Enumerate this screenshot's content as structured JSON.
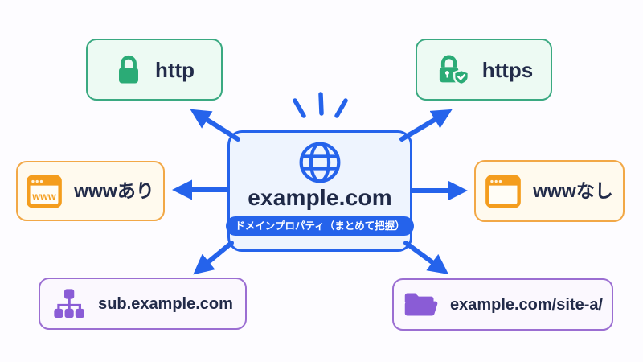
{
  "center": {
    "domain": "example.com",
    "badge": "ドメインプロパティ（まとめて把握）"
  },
  "nodes": [
    {
      "id": "http",
      "label": "http",
      "icon": "lock-icon",
      "color_group": "green"
    },
    {
      "id": "https",
      "label": "https",
      "icon": "lock-shield-check-icon",
      "color_group": "green"
    },
    {
      "id": "www-with",
      "label": "wwwあり",
      "icon": "browser-www-icon",
      "icon_text": "www",
      "color_group": "orange"
    },
    {
      "id": "www-without",
      "label": "wwwなし",
      "icon": "browser-icon",
      "color_group": "orange"
    },
    {
      "id": "subdomain",
      "label": "sub.example.com",
      "icon": "sitemap-icon",
      "color_group": "purple"
    },
    {
      "id": "subdirectory",
      "label": "example.com/site-a/",
      "icon": "folder-icon",
      "color_group": "purple"
    }
  ],
  "colors": {
    "accent_blue": "#2563eb",
    "text_navy": "#222b49",
    "center_bg": "#eef4fe",
    "green_border": "#3aa981",
    "green_bg": "#edfaf3",
    "green_icon": "#2bab76",
    "orange_border": "#f2a847",
    "orange_bg": "#fffaee",
    "orange_icon": "#f49d1d",
    "purple_border": "#9b6ed2",
    "purple_bg": "#fbf8fe",
    "purple_icon": "#8a5cd6",
    "page_bg": "#fdfcff"
  }
}
